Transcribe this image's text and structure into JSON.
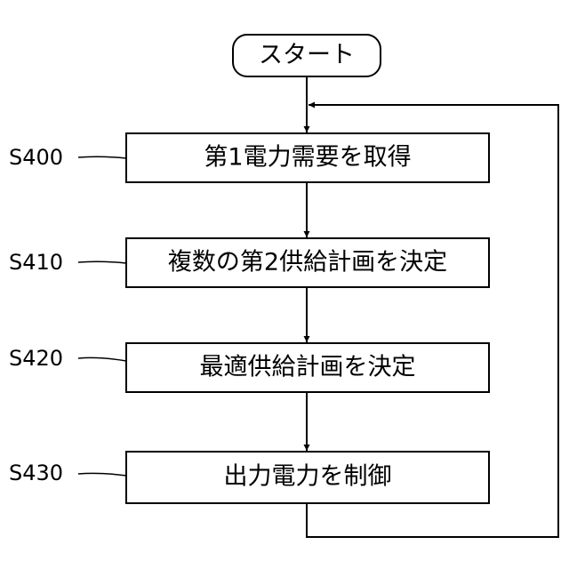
{
  "start": {
    "label": "スタート"
  },
  "steps": [
    {
      "id": "S400",
      "label": "第1電力需要を取得"
    },
    {
      "id": "S410",
      "label": "複数の第2供給計画を決定"
    },
    {
      "id": "S420",
      "label": "最適供給計画を決定"
    },
    {
      "id": "S430",
      "label": "出力電力を制御"
    }
  ]
}
